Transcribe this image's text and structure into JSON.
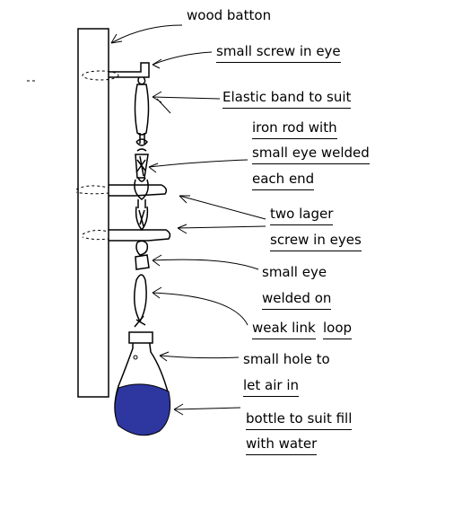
{
  "labels": {
    "wood_batton": "wood batton",
    "small_screw_eye": "small screw in eye",
    "elastic_band": "Elastic band to suit",
    "iron_rod_1": "iron rod with",
    "iron_rod_2": "small eye welded",
    "iron_rod_3": "each end",
    "two_lager_1": "two lager",
    "two_lager_2": "screw in eyes",
    "small_eye_1": "small eye",
    "small_eye_2": "welded on",
    "weak_link": "weak link",
    "loop": "loop",
    "small_hole_1": "small hole to",
    "small_hole_2": "let air in",
    "bottle_1": "bottle to suit fill",
    "bottle_2": "with water"
  },
  "colors": {
    "water": "#2e36a0",
    "ink": "#000000",
    "background": "#ffffff"
  }
}
